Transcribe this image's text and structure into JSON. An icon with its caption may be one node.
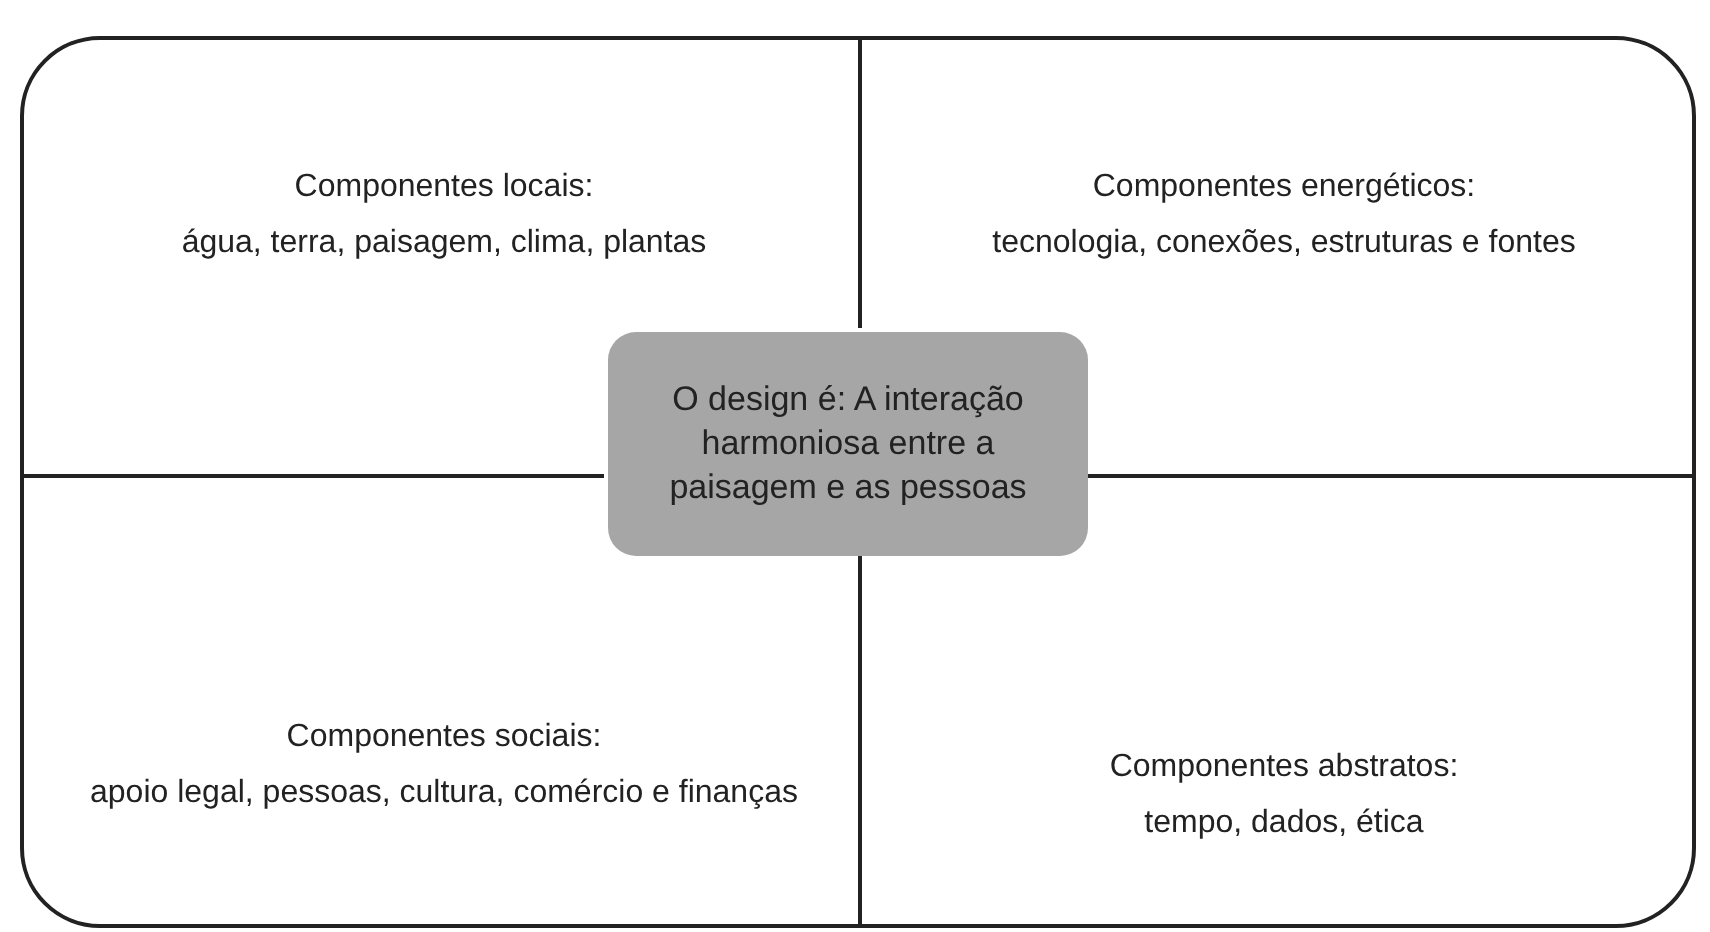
{
  "diagram": {
    "nodes": [
      {
        "text": [],
        "shape": "box"
      },
      {
        "text": [
          "Componentes locais:",
          "água, terra, paisagem, clima, plantas"
        ],
        "in": 0
      },
      {
        "text": [
          "Componentes energéticos:",
          "tecnologia, conexões, estruturas e fontes"
        ],
        "in": 0
      },
      {
        "text": [
          "O design é: A interação harmoniosa entre a paisagem e as pessoas"
        ],
        "in": 0
      },
      {
        "text": [
          "Componentes sociais:",
          "apoio legal, pessoas, cultura, comércio e finanças"
        ],
        "in": 0
      },
      {
        "text": [
          "Componentes abstratos:",
          "tempo, dados, ética"
        ],
        "in": 0
      }
    ]
  }
}
